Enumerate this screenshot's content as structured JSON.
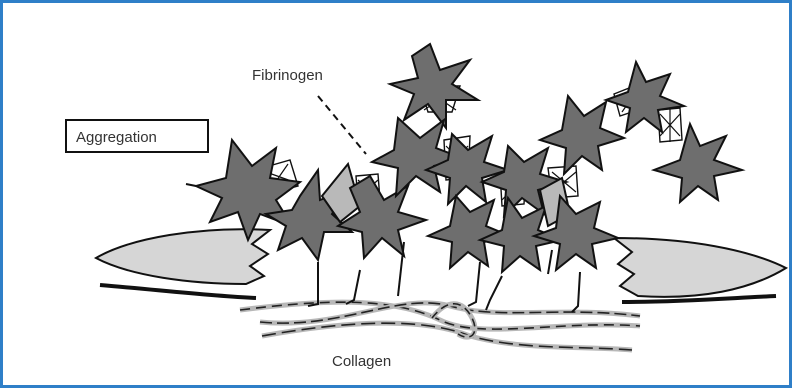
{
  "diagram": {
    "labels": {
      "fibrinogen": "Fibrinogen",
      "aggregation": "Aggregation",
      "collagen": "Collagen"
    },
    "colors": {
      "frame_border": "#2f7fc8",
      "platelet_fill": "#6e6e6e",
      "endothelium_fill": "#d6d6d6",
      "collagen_stroke": "#b8b8b8",
      "ink": "#111111"
    }
  }
}
